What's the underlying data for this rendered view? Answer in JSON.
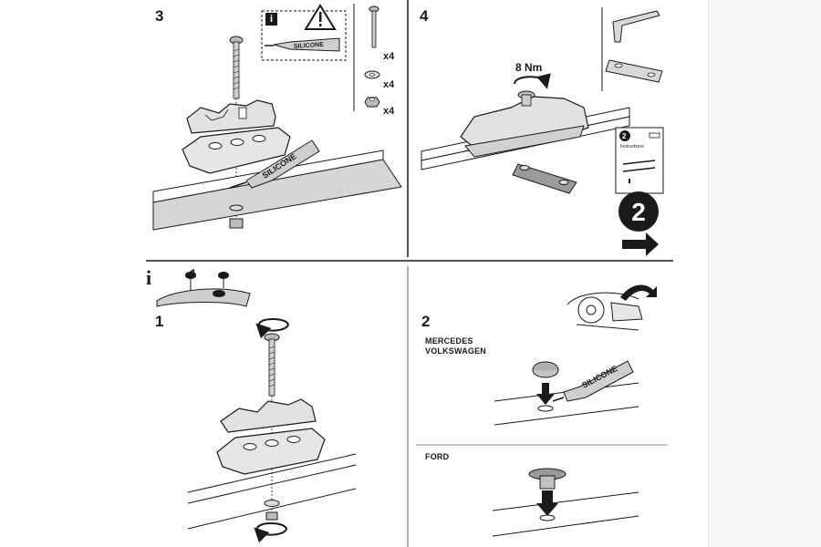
{
  "steps": {
    "step3": "3",
    "step4": "4",
    "step1": "1",
    "step2": "2"
  },
  "info": {
    "badge": "i",
    "roof_info_icon": "i"
  },
  "warning": {
    "icon": "warning-triangle-icon",
    "tube_text": "SILICONE"
  },
  "parts": {
    "bolt_qty": "x4",
    "washer_qty": "x4",
    "nut_qty": "x4"
  },
  "step3_tube_text": "SILICONE",
  "step4": {
    "torque": "8 Nm",
    "next_circle": "2",
    "mini_instruction_num": "2",
    "mini_instruction_text": "Instructions"
  },
  "step2": {
    "group1": [
      "MERCEDES",
      "VOLKSWAGEN"
    ],
    "tube_text": "SILICONE",
    "group2": "FORD"
  },
  "colors": {
    "ink": "#1a1a1a",
    "gray_fill": "#d9d9d9",
    "mid_gray": "#9a9a9a",
    "tube_fill": "#cfcfcf"
  }
}
